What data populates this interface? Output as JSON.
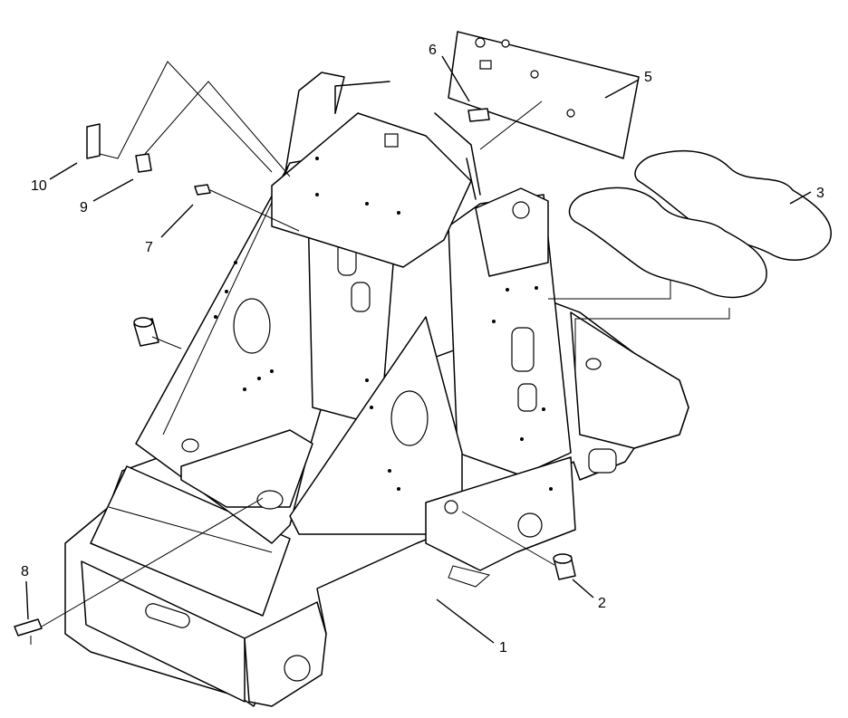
{
  "callouts": [
    {
      "id": "1",
      "label": "1"
    },
    {
      "id": "2",
      "label": "2"
    },
    {
      "id": "3",
      "label": "3"
    },
    {
      "id": "5",
      "label": "5"
    },
    {
      "id": "6",
      "label": "6"
    },
    {
      "id": "7",
      "label": "7"
    },
    {
      "id": "8",
      "label": "8"
    },
    {
      "id": "9",
      "label": "9"
    },
    {
      "id": "10",
      "label": "10"
    }
  ]
}
